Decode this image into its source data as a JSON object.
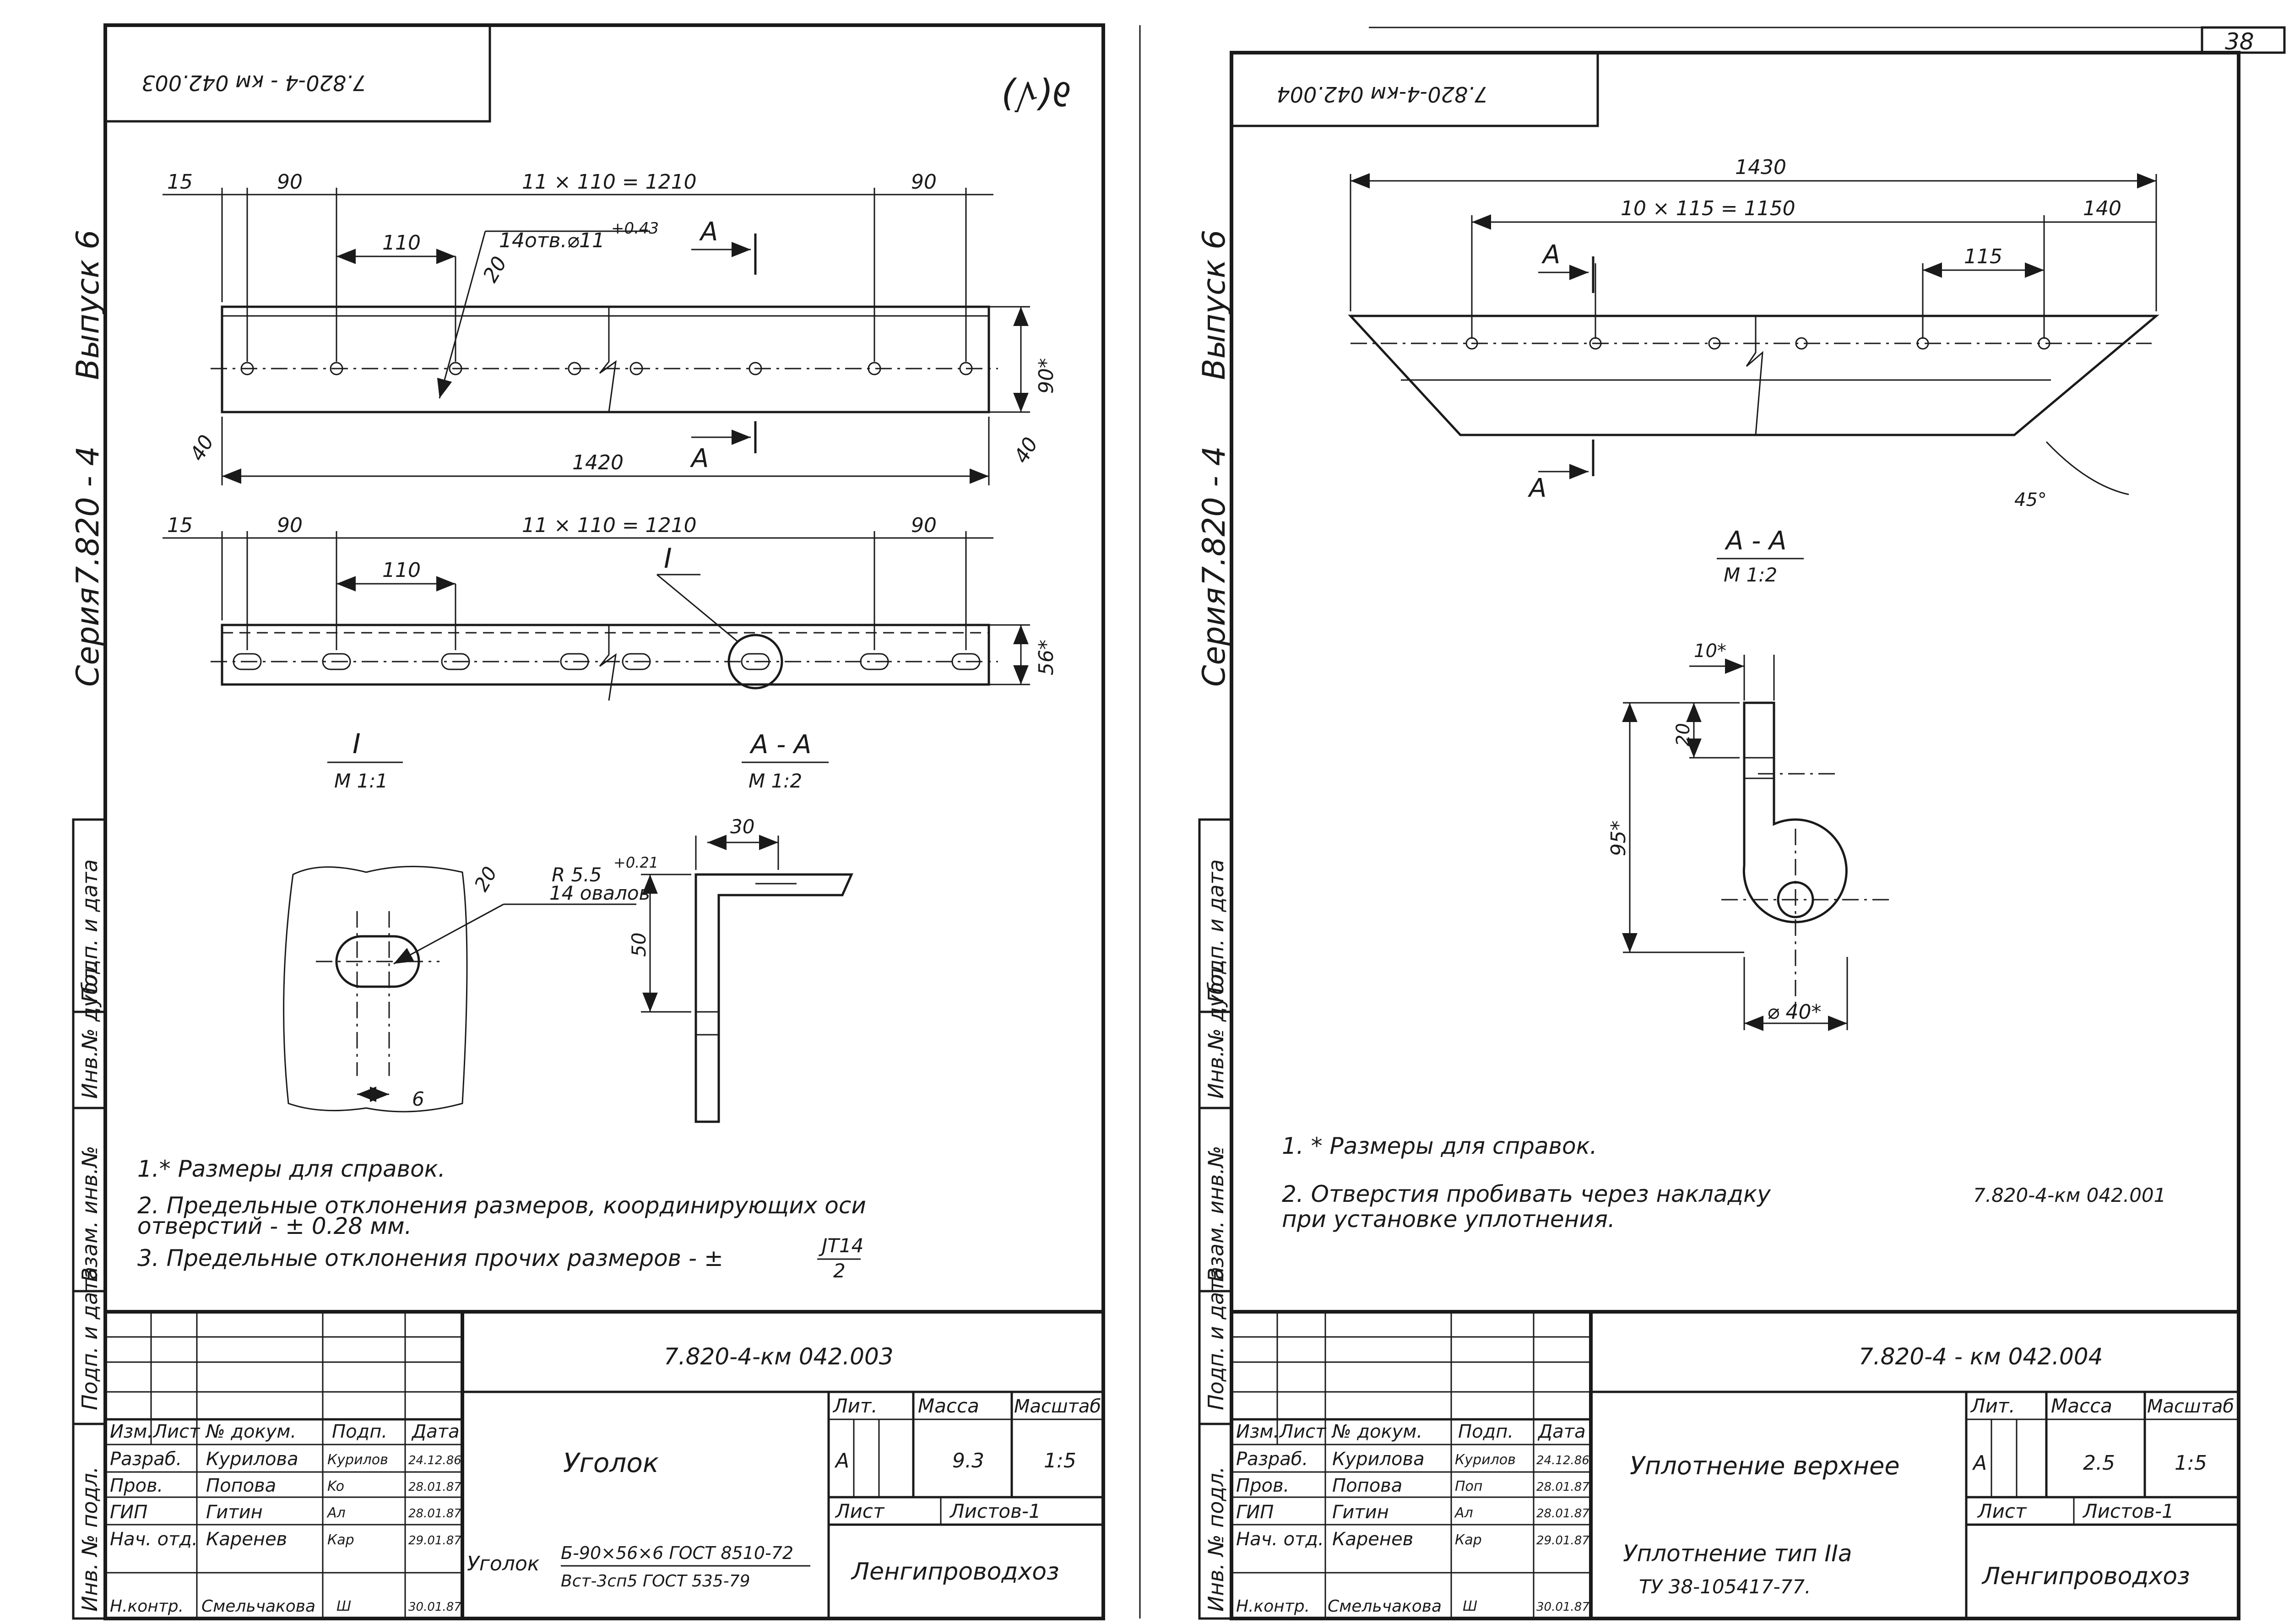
{
  "sheet_number": "38",
  "left_sheet": {
    "stamp": "7.820-4 - км 042.003",
    "roughness": "∂(√)",
    "series_parts": [
      "Серия",
      "7.820 - 4",
      "Выпуск 6"
    ],
    "side_labels": [
      "Инв. № подл.",
      "Подп. и дата",
      "Взам. инв.№",
      "Инв.№ дубл.",
      "Подп. и дата"
    ],
    "top_view": {
      "dims": {
        "d15": "15",
        "d90a": "90",
        "span": "11 × 110 = 1210",
        "d90b": "90",
        "d110": "110",
        "holes": "14отв.⌀11",
        "holes_tol": "+0.43",
        "d20": "20",
        "section": "А",
        "height": "90*",
        "d40a": "40",
        "d40b": "40",
        "length": "1420"
      }
    },
    "bottom_view": {
      "dims": {
        "d15": "15",
        "d90a": "90",
        "span": "11 × 110 = 1210",
        "d90b": "90",
        "d110": "110",
        "callout": "I",
        "height": "56*"
      }
    },
    "detail_label": "I",
    "detail_scale": "М 1:1",
    "section_label": "А - А",
    "section_scale": "М 1:2",
    "detail_dims": {
      "radius": "R 5.5",
      "radius_tol": "+0.21",
      "ovals": "14 овалов",
      "rough": "20",
      "width": "6"
    },
    "section_dims": {
      "top": "30",
      "height": "50"
    },
    "notes": [
      "1.* Размеры для справок.",
      "2. Предельные отклонения размеров, координирующих оси",
      "отверстий - ± 0.28 мм.",
      "3. Предельные отклонения прочих размеров - ±"
    ],
    "note_fraction": {
      "num": "JT14",
      "den": "2"
    },
    "title_block": {
      "code": "7.820-4-км 042.003",
      "headers": [
        "Изм.",
        "Лист",
        "№ докум.",
        "Подп.",
        "Дата"
      ],
      "rows": [
        {
          "role": "Разраб.",
          "name": "Курилова",
          "sign": "Курилов",
          "date": "24.12.86"
        },
        {
          "role": "Пров.",
          "name": "Попова",
          "sign": "Ko",
          "date": "28.01.87"
        },
        {
          "role": "ГИП",
          "name": "Гитин",
          "sign": "Ал",
          "date": "28.01.87"
        },
        {
          "role": "Нач. отд.",
          "name": "Каренев",
          "sign": "Кар",
          "date": "29.01.87"
        },
        {
          "role": "Н.контр.",
          "name": "Смельчакова",
          "sign": "Ш",
          "date": "30.01.87"
        }
      ],
      "name": "Уголок",
      "lit_header": "Лит.",
      "mass_header": "Масса",
      "scale_header": "Масштаб",
      "lit": "А",
      "mass": "9.3",
      "scale": "1:5",
      "sheet": "Лист",
      "sheets": "Листов-1",
      "material_prefix": "Уголок",
      "material_top": "Б-90×56×6 ГОСТ 8510-72",
      "material_bottom": "Вст-3сп5 ГОСТ 535-79",
      "org": "Ленгипроводхоз"
    }
  },
  "right_sheet": {
    "stamp": "7.820-4-км 042.004",
    "series_parts": [
      "Серия",
      "7.820 - 4",
      "Выпуск 6"
    ],
    "side_labels": [
      "Инв. № подл.",
      "Подп. и дата",
      "Взам. инв.№",
      "Инв.№ дубл.",
      "Подп. и дата"
    ],
    "top_dims": {
      "total": "1430",
      "span": "10 × 115 = 1150",
      "d140": "140",
      "d115": "115",
      "section": "А",
      "angle": "45°"
    },
    "section_label": "А - А",
    "section_scale": "М 1:2",
    "seal_dims": {
      "thickness": "10*",
      "top": "20",
      "height": "95*",
      "diameter": "⌀ 40*"
    },
    "notes": [
      "1. * Размеры для справок.",
      "2. Отверстия пробивать через накладку",
      "при установке уплотнения."
    ],
    "note_ref": "7.820-4-км 042.001",
    "title_block": {
      "code": "7.820-4 - км 042.004",
      "headers": [
        "Изм.",
        "Лист",
        "№ докум.",
        "Подп.",
        "Дата"
      ],
      "rows": [
        {
          "role": "Разраб.",
          "name": "Курилова",
          "sign": "Курилов",
          "date": "24.12.86"
        },
        {
          "role": "Пров.",
          "name": "Попова",
          "sign": "Поп",
          "date": "28.01.87"
        },
        {
          "role": "ГИП",
          "name": "Гитин",
          "sign": "Ал",
          "date": "28.01.87"
        },
        {
          "role": "Нач. отд.",
          "name": "Каренев",
          "sign": "Кар",
          "date": "29.01.87"
        },
        {
          "role": "Н.контр.",
          "name": "Смельчакова",
          "sign": "Ш",
          "date": "30.01.87"
        }
      ],
      "name": "Уплотнение верхнее",
      "lit_header": "Лит.",
      "mass_header": "Масса",
      "scale_header": "Масштаб",
      "lit": "А",
      "mass": "2.5",
      "scale": "1:5",
      "sheet": "Лист",
      "sheets": "Листов-1",
      "material_top": "Уплотнение тип IIа",
      "material_bottom": "ТУ 38-105417-77.",
      "org": "Ленгипроводхоз"
    }
  }
}
